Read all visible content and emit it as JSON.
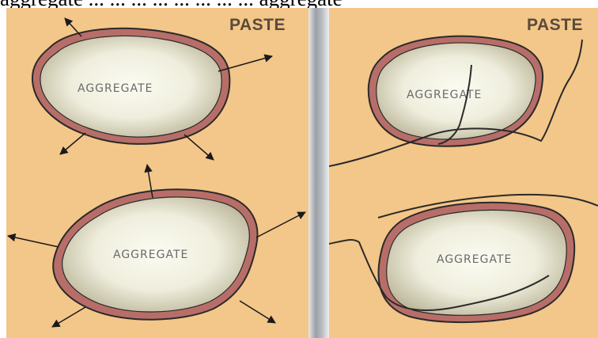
{
  "caption": "aggregate ... ... ... ... ... ... ... ... aggregate",
  "left_panel": {
    "label": "PASTE",
    "aggregates": [
      "AGGREGATE",
      "AGGREGATE"
    ]
  },
  "right_panel": {
    "label": "PASTE",
    "aggregates": [
      "AGGREGATE",
      "AGGREGATE"
    ]
  },
  "colors": {
    "paste": "#f3c689",
    "interface_zone": "#b86e68",
    "aggregate_center": "#fbfbf2",
    "aggregate_edge": "#b9b396",
    "crack_line": "#2a2a2a"
  }
}
